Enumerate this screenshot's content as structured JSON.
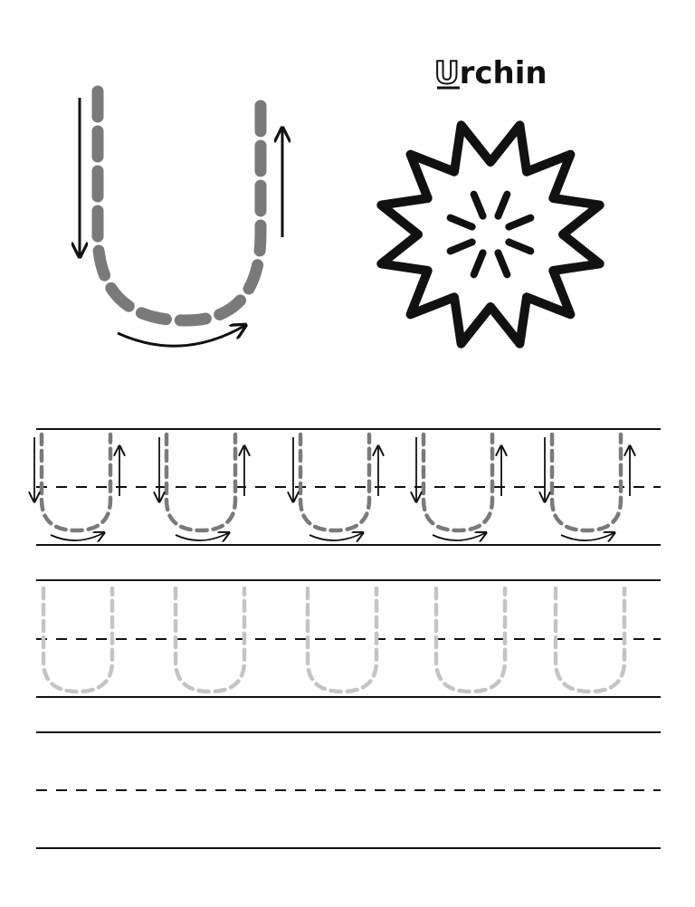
{
  "worksheet": {
    "letter": "U",
    "word": {
      "highlight_letter": "U",
      "rest": "rchin"
    },
    "picture_icon": "sea-urchin-icon"
  },
  "practice": {
    "guided_row_copies": 5,
    "faded_row_copies": 5,
    "blank_rows": 1
  },
  "colors": {
    "ink": "#111111",
    "guide_dark": "#7a7a7a",
    "guide_light": "#c4c4c4",
    "paper": "#ffffff"
  }
}
